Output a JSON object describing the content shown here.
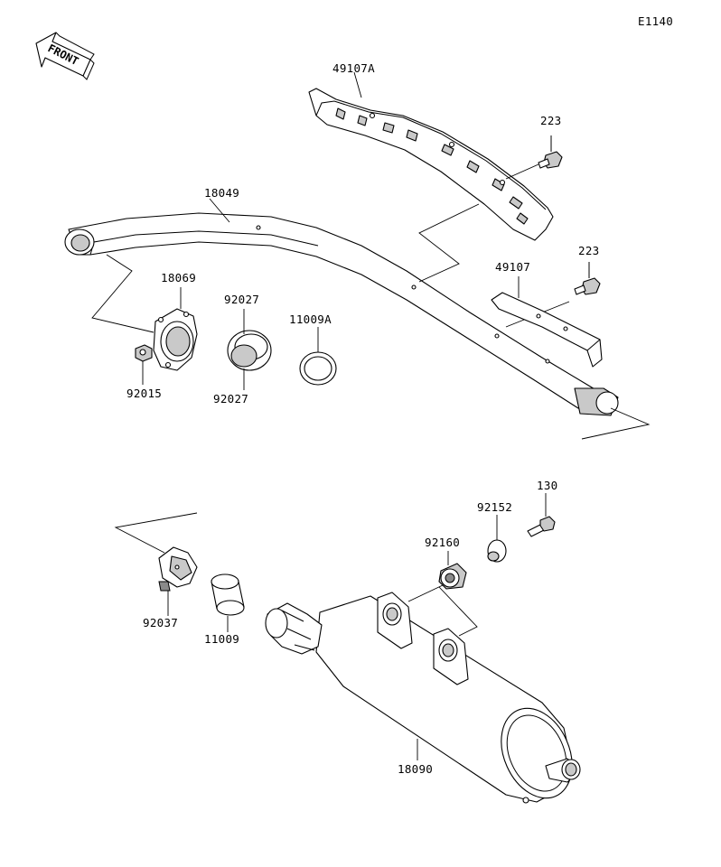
{
  "diagram": {
    "code": "E1140",
    "front_label": "FRONT",
    "parts": {
      "p49107A": "49107A",
      "p223a": "223",
      "p18049": "18049",
      "p223b": "223",
      "p49107": "49107",
      "p18069": "18069",
      "p92027a": "92027",
      "p11009A": "11009A",
      "p92015": "92015",
      "p92027b": "92027",
      "p130": "130",
      "p92152": "92152",
      "p92160": "92160",
      "p92037": "92037",
      "p11009": "11009",
      "p18090": "18090"
    }
  }
}
